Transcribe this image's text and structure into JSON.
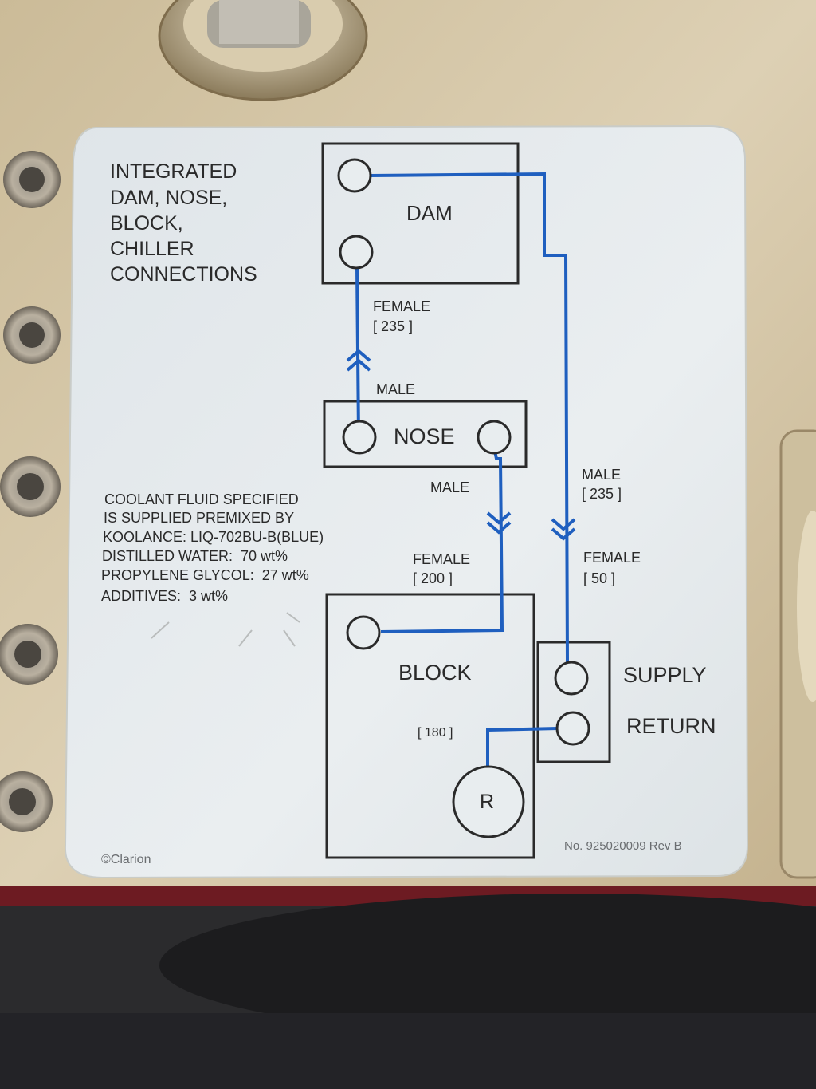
{
  "label": {
    "title": [
      "INTEGRATED",
      "DAM, NOSE,",
      "BLOCK,",
      "CHILLER",
      "CONNECTIONS"
    ],
    "components": {
      "dam": "DAM",
      "nose": "NOSE",
      "block": "BLOCK",
      "r": "R"
    },
    "ports": {
      "supply": "SUPPLY",
      "return": "RETURN"
    },
    "connectors": {
      "dam_female": "FEMALE",
      "dam_female_size": "[ 235 ]",
      "nose_male_up": "MALE",
      "nose_male_down": "MALE",
      "block_female": "FEMALE",
      "block_female_size": "[ 200 ]",
      "supply_male": "MALE",
      "supply_male_size": "[ 235 ]",
      "supply_female": "FEMALE",
      "supply_female_size": "[ 50 ]",
      "return_size": "[ 180 ]"
    },
    "coolant": [
      "COOLANT FLUID SPECIFIED",
      "IS SUPPLIED PREMIXED BY",
      "KOOLANCE: LIQ-702BU-B(BLUE)",
      "DISTILLED WATER:  70 wt%",
      "PROPYLENE GLYCOL:  27 wt%",
      "ADDITIVES:  3 wt%"
    ],
    "maker": "©Clarion",
    "part_number": "No. 925020009 Rev B"
  },
  "colors": {
    "tube": "#1f5fbf",
    "ink": "#2a2a2a",
    "label_bg": "#e6ebee",
    "metal": "#d3c5a6",
    "trim": "#7a1a22"
  }
}
